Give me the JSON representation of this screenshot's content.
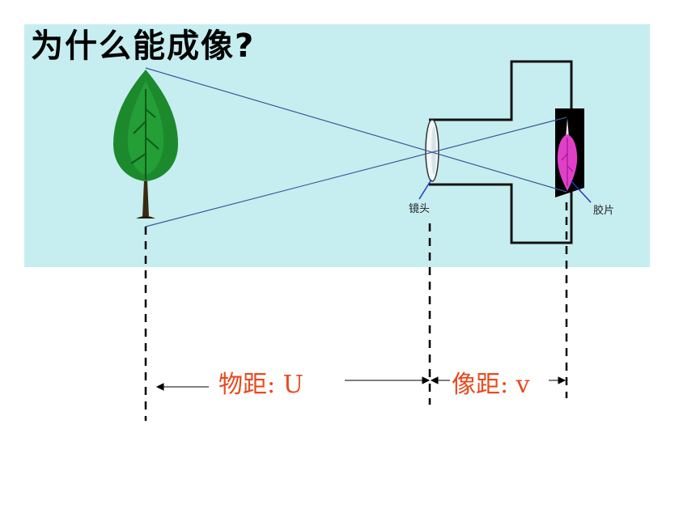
{
  "title": "为什么能成像?",
  "labels": {
    "lens": "镜头",
    "film": "胶片",
    "object_distance": "物距: U",
    "image_distance": "像距: v"
  },
  "colors": {
    "sky": "#c6eef0",
    "ray": "#3a5a9a",
    "tree": "#1c8a2c",
    "image": "#e040c8",
    "label_red": "#e8491d"
  }
}
